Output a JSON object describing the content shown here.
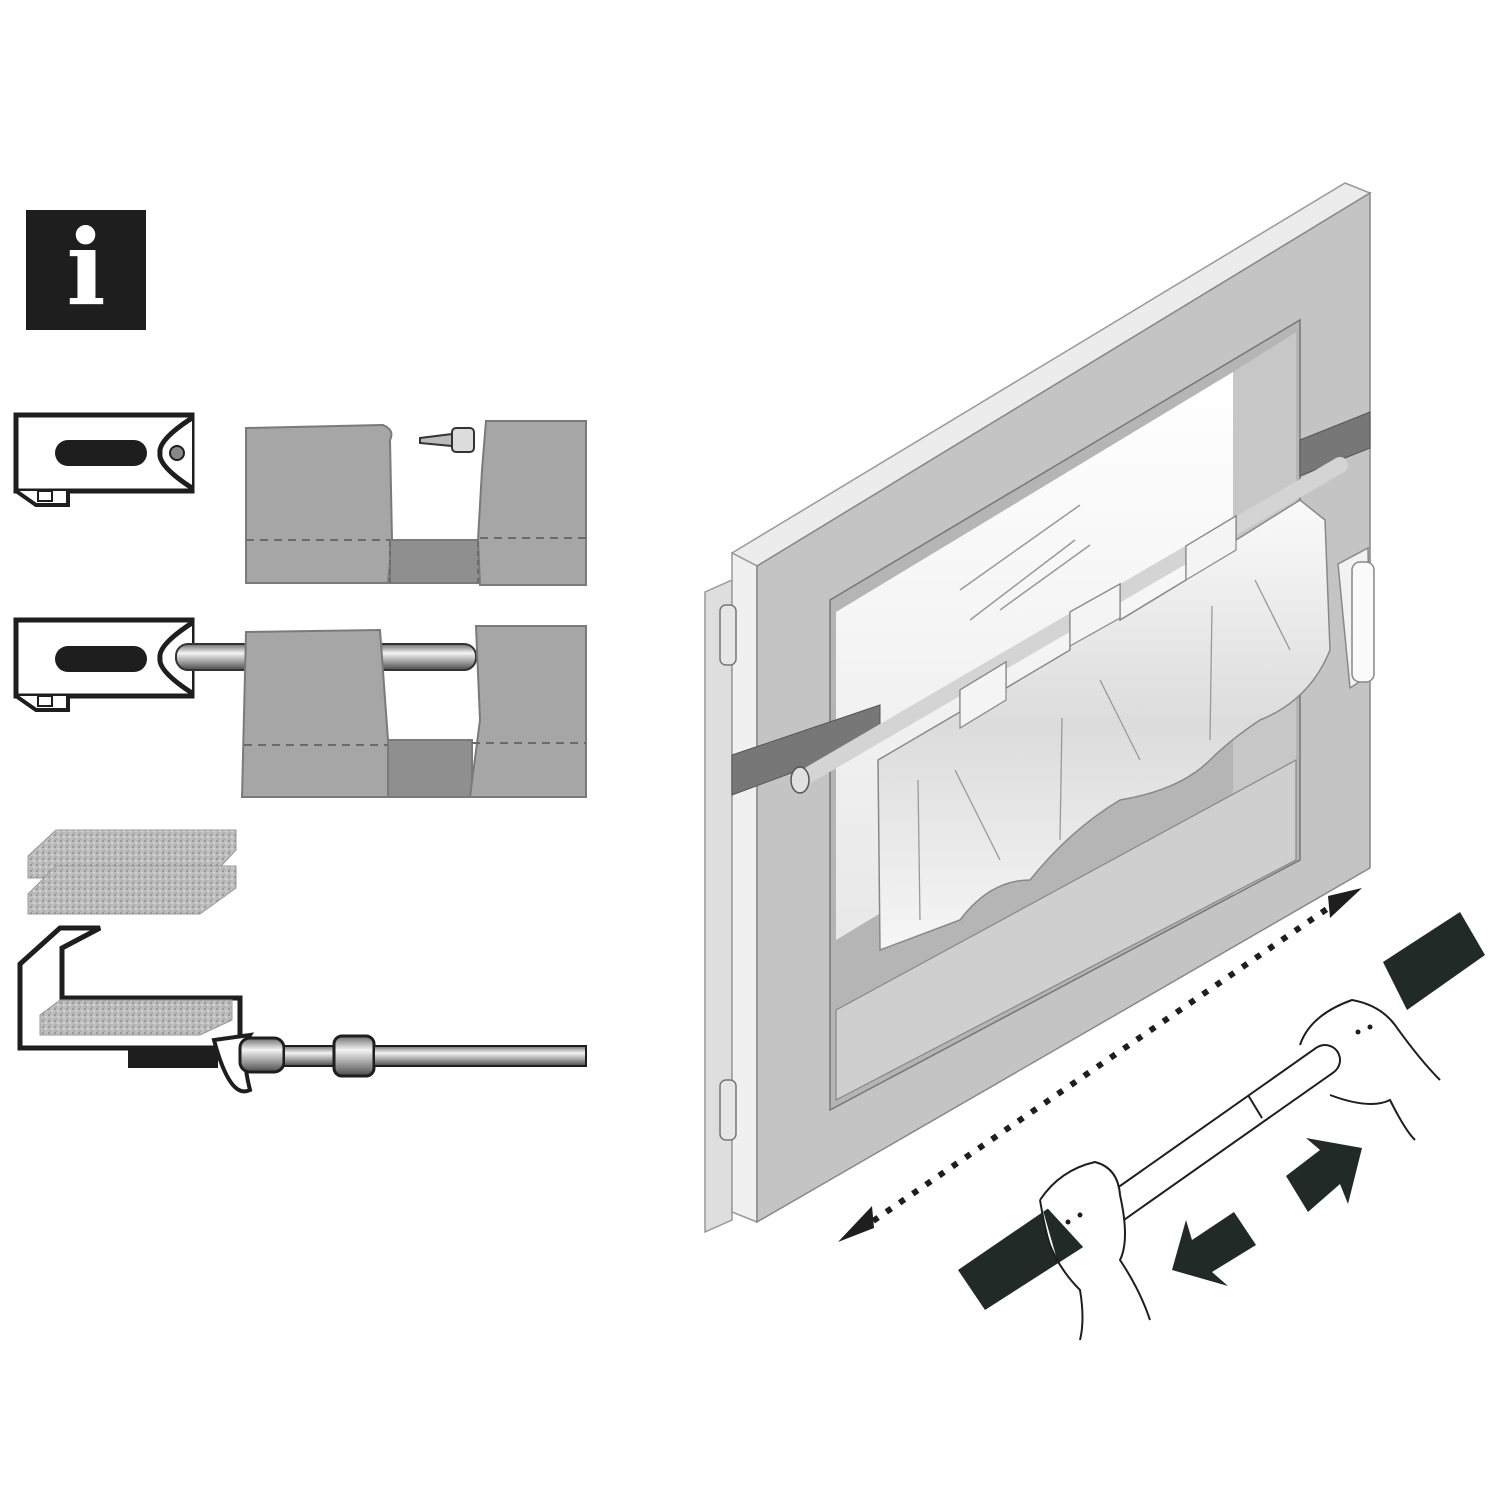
{
  "info_icon": {
    "glyph": "i",
    "name": "information-icon"
  },
  "colors": {
    "background": "#ffffff",
    "ink": "#1e1e1e",
    "fabric": "#a6a6a6",
    "fabric_dark": "#8c8c8c",
    "frame": "#c4c4c4",
    "frame_edge": "#e6e6e6",
    "glass": "#f2f2f2",
    "bracket_band": "#777777",
    "arrow": "#222a28"
  },
  "steps": [
    {
      "id": "step-1",
      "description": "bracket with screw, curtain loops apart"
    },
    {
      "id": "step-2",
      "description": "rod inserted through curtain loops"
    },
    {
      "id": "step-3",
      "description": "adhesive pads and bracket with tension rod"
    }
  ],
  "main_illustration": {
    "description": "window with cafe curtain on tension rod; hands twisting rod to extend",
    "arrows": [
      "extend-arrow-dotted",
      "twist-left-arrow",
      "twist-right-arrow"
    ]
  }
}
